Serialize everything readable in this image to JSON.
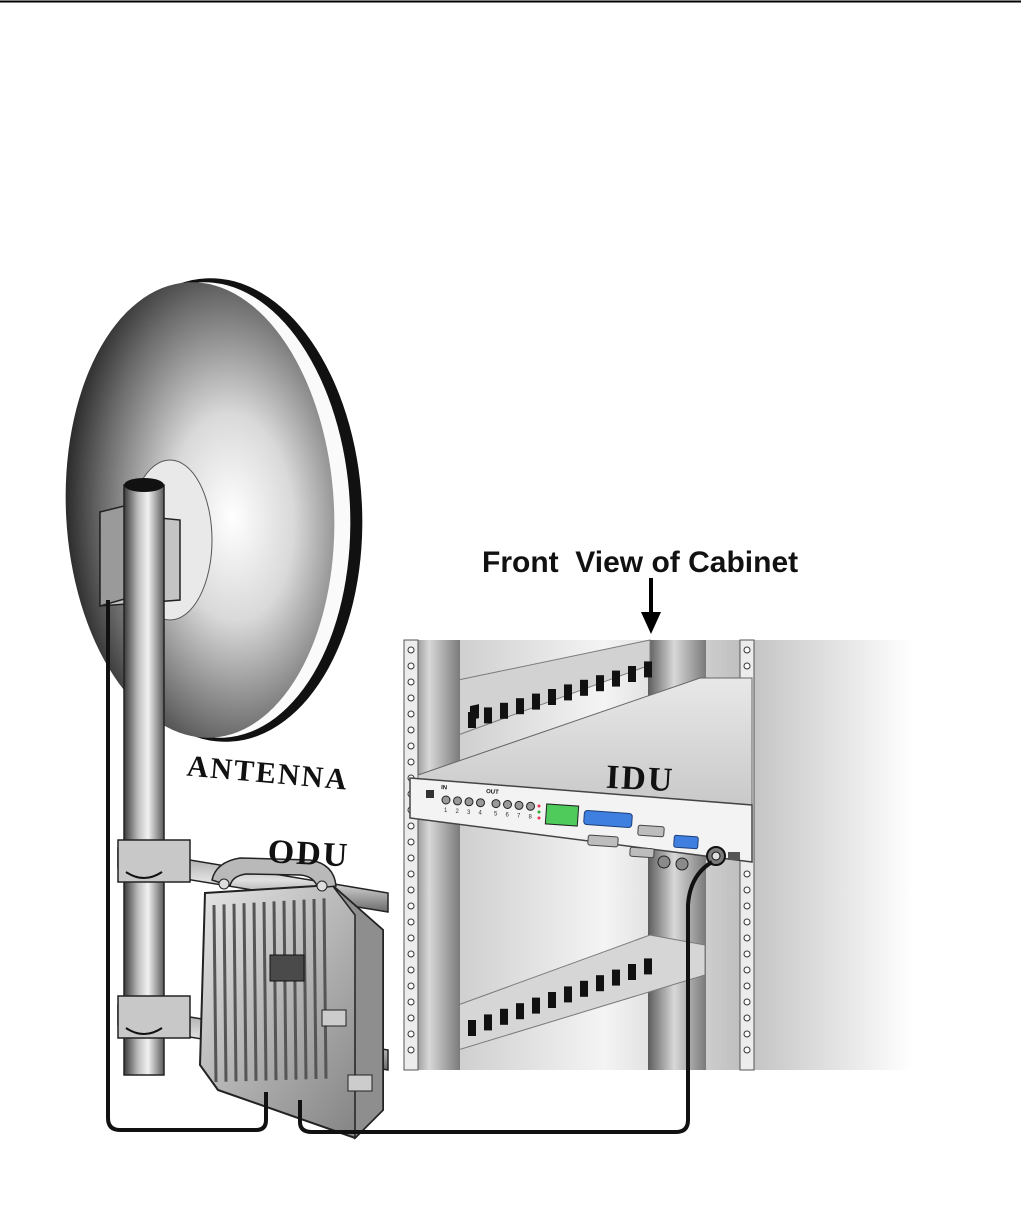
{
  "labels": {
    "antenna": "ANTENNA",
    "odu": "ODU",
    "idu": "IDU",
    "cabinet": "Front  View of Cabinet"
  },
  "idu_panel": {
    "in": "IN",
    "out": "OUT",
    "port_numbers": [
      "1",
      "2",
      "3",
      "4",
      "5",
      "6",
      "7",
      "8"
    ]
  }
}
